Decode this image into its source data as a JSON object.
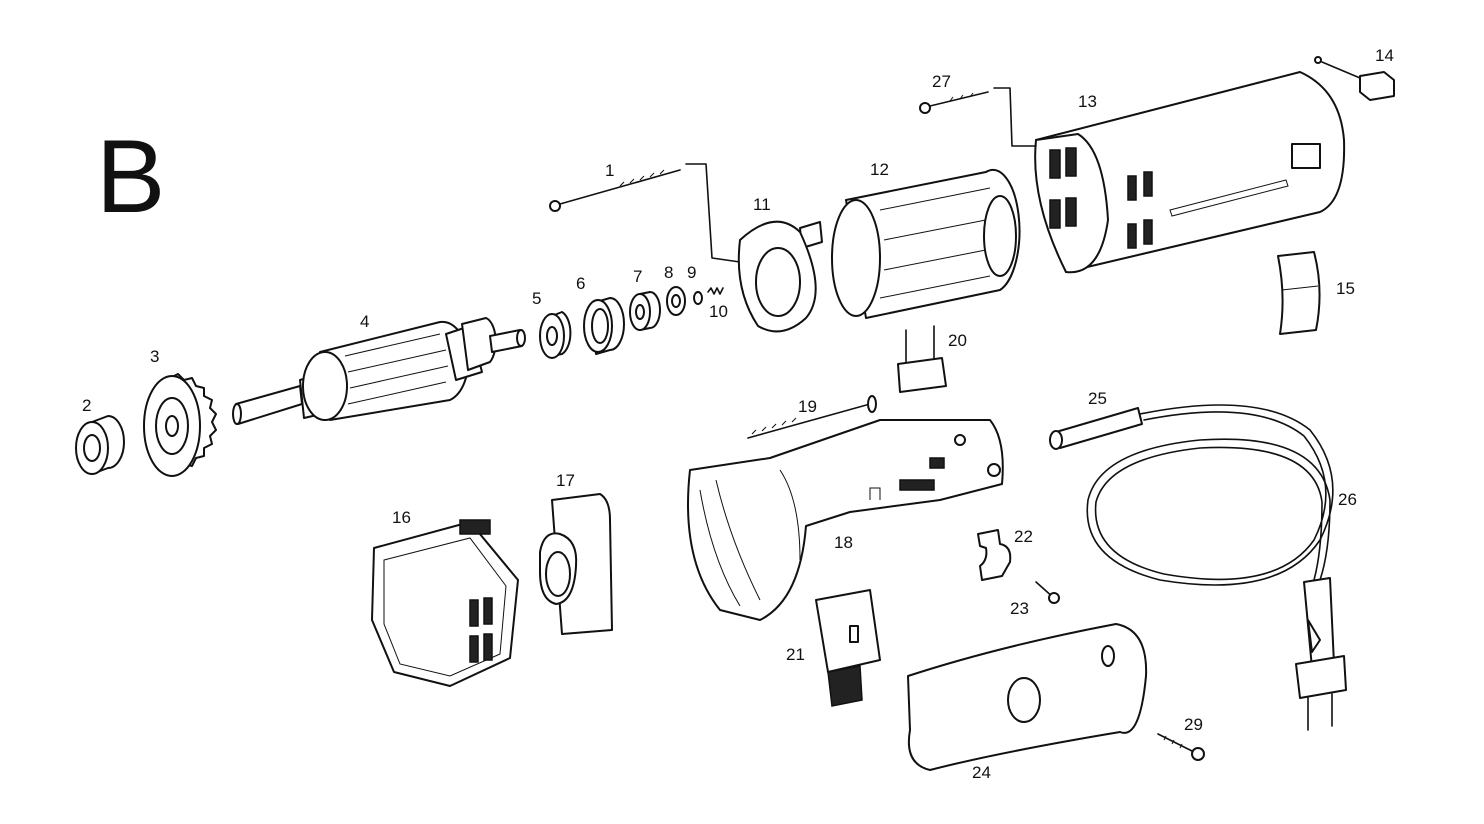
{
  "figure_letter": "B",
  "part_labels": [
    "1",
    "2",
    "3",
    "4",
    "5",
    "6",
    "7",
    "8",
    "9",
    "10",
    "11",
    "12",
    "13",
    "14",
    "15",
    "16",
    "17",
    "18",
    "19",
    "20",
    "21",
    "22",
    "23",
    "24",
    "25",
    "26",
    "27",
    "29"
  ]
}
